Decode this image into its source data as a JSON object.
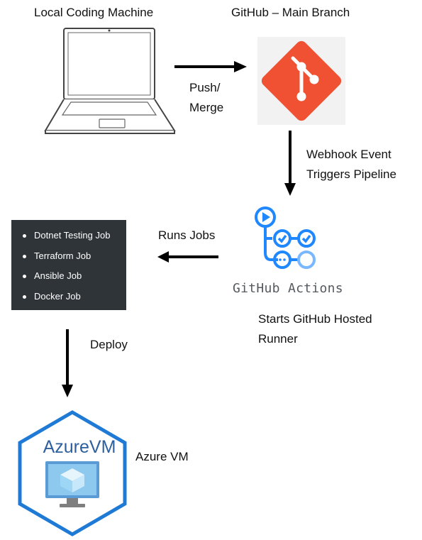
{
  "nodes": {
    "local": {
      "label": "Local Coding Machine"
    },
    "github": {
      "label": "GitHub – Main Branch"
    },
    "actions": {
      "logo_text": "GitHub Actions",
      "caption_line1": "Starts GitHub Hosted",
      "caption_line2": "Runner"
    },
    "jobs": {
      "items": [
        "Dotnet Testing Job",
        "Terraform Job",
        "Ansible Job",
        "Docker Job"
      ]
    },
    "azure": {
      "logo_text": "AzureVM",
      "label": "Azure VM"
    }
  },
  "edges": {
    "push": {
      "line1": "Push/",
      "line2": "Merge"
    },
    "webhook": {
      "line1": "Webhook Event",
      "line2": "Triggers Pipeline"
    },
    "runs": {
      "label": "Runs Jobs"
    },
    "deploy": {
      "label": "Deploy"
    }
  },
  "colors": {
    "git_orange": "#f05133",
    "git_tile_bg": "#f2f2f2",
    "actions_blue": "#2088ff",
    "actions_light_blue": "#79b8ff",
    "jobs_panel_bg": "#2f3438",
    "azure_blue": "#2e5f9e",
    "hex_border": "#1f7ad6",
    "arrow": "#000000"
  }
}
